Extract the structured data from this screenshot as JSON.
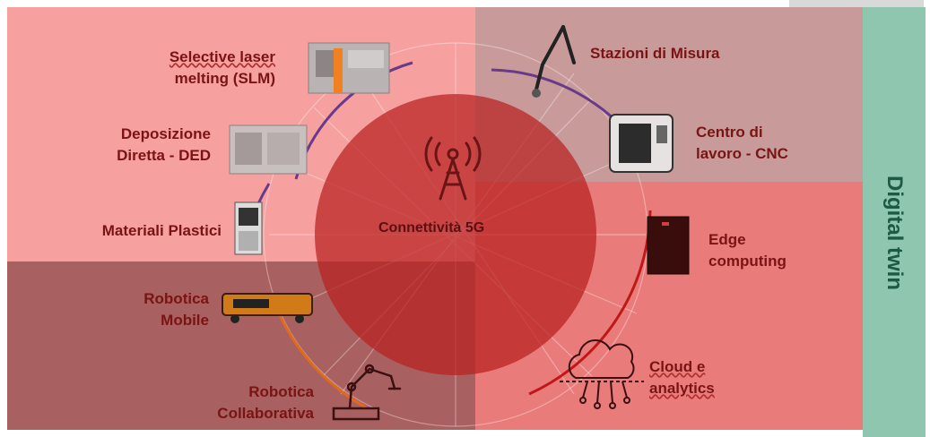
{
  "center": {
    "label": "Connettività 5G",
    "icon": "antenna-tower-icon"
  },
  "side_band": {
    "label": "Digital twin",
    "color": "#8ec6b0"
  },
  "quadrants": {
    "top_left": {
      "color": "#f6a0a0"
    },
    "top_right": {
      "color": "#c99a9a"
    },
    "bottom_left": {
      "color": "#a96060"
    },
    "bottom_right": {
      "color": "#ea7b7b"
    }
  },
  "nodes": [
    {
      "id": "slm",
      "label_line1": "Selective laser",
      "label_line2": "melting (SLM)",
      "icon": "slm-printer-icon"
    },
    {
      "id": "ded",
      "label_line1": "Deposizione",
      "label_line2": "Diretta - DED",
      "icon": "ded-machine-icon"
    },
    {
      "id": "plastici",
      "label_line1": "Materiali Plastici",
      "icon": "plastic-printer-icon"
    },
    {
      "id": "misura",
      "label_line1": "Stazioni di Misura",
      "icon": "measuring-arm-icon"
    },
    {
      "id": "cnc",
      "label_line1": "Centro di",
      "label_line2": "lavoro - CNC",
      "icon": "cnc-machine-icon"
    },
    {
      "id": "edge",
      "label_line1": "Edge",
      "label_line2": "computing",
      "icon": "edge-server-icon"
    },
    {
      "id": "cloud",
      "label_line1": "Cloud e",
      "label_line2": "analytics",
      "icon": "cloud-analytics-icon"
    },
    {
      "id": "robot_mobile",
      "label_line1": "Robotica",
      "label_line2": "Mobile",
      "icon": "mobile-robot-icon"
    },
    {
      "id": "robot_collab",
      "label_line1": "Robotica",
      "label_line2": "Collaborativa",
      "icon": "robot-arm-icon"
    }
  ],
  "arc_colors": {
    "purple": "#6a3a8a",
    "red": "#c01818",
    "orange": "#e06a1a"
  }
}
